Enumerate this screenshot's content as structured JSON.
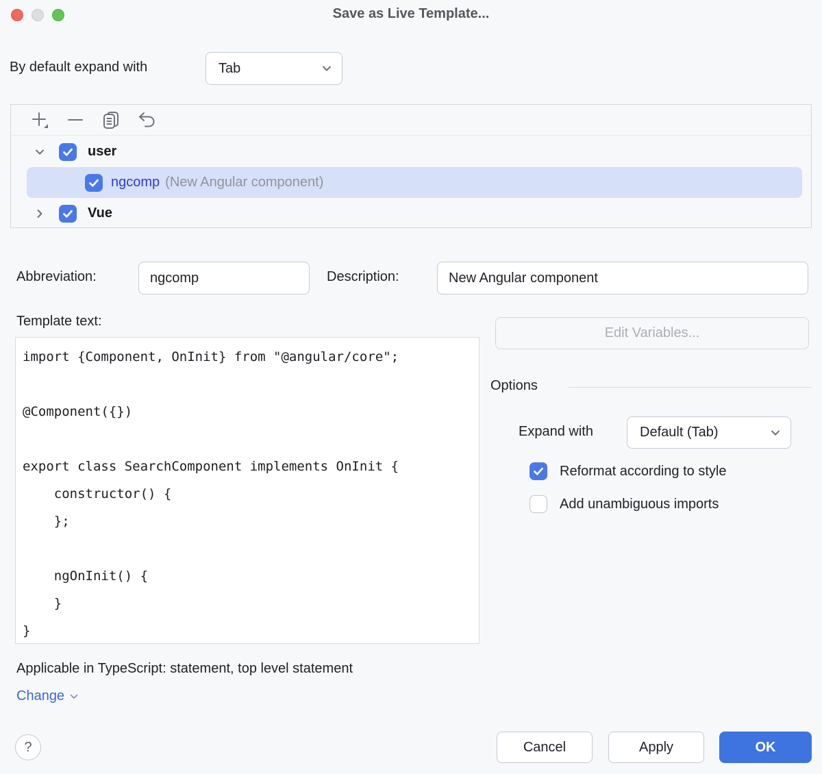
{
  "window": {
    "title": "Save as Live Template...",
    "traffic_lights": [
      "close",
      "minimize-disabled",
      "zoom"
    ]
  },
  "default_expand": {
    "label": "By default expand with",
    "value": "Tab"
  },
  "toolbar": {
    "icons": [
      "add-icon",
      "remove-icon",
      "duplicate-icon",
      "restore-icon"
    ]
  },
  "tree": {
    "items": [
      {
        "label": "user",
        "level": 0,
        "expanded": true,
        "checked": true
      },
      {
        "label": "ngcomp",
        "suffix": "(New Angular component)",
        "level": 1,
        "checked": true,
        "selected": true
      },
      {
        "label": "Vue",
        "level": 0,
        "expanded": false,
        "checked": true
      }
    ]
  },
  "form": {
    "abbreviation_label": "Abbreviation:",
    "abbreviation_value": "ngcomp",
    "description_label": "Description:",
    "description_value": "New Angular component",
    "template_text_label": "Template text:",
    "template_code": "import {Component, OnInit} from \"@angular/core\";\n\n@Component({})\n\nexport class SearchComponent implements OnInit {\n    constructor() {\n    };\n\n    ngOnInit() {\n    }\n}"
  },
  "edit_variables": {
    "label": "Edit Variables...",
    "enabled": false
  },
  "options": {
    "title": "Options",
    "expand_with_label": "Expand with",
    "expand_with_value": "Default (Tab)",
    "checkboxes": [
      {
        "label": "Reformat according to style",
        "checked": true
      },
      {
        "label": "Add unambiguous imports",
        "checked": false
      }
    ]
  },
  "context": {
    "applicable_text": "Applicable in TypeScript: statement, top level statement",
    "change_label": "Change"
  },
  "footer": {
    "help_label": "?",
    "cancel_label": "Cancel",
    "apply_label": "Apply",
    "ok_label": "OK"
  },
  "colors": {
    "accent": "#3D74E0",
    "checkbox_blue": "#4A78E8",
    "selection_bg": "#D7E0F9",
    "link_blue": "#3C68D9",
    "selected_item_text": "#2C3AE0",
    "dialog_bg": "#F7F8FA"
  }
}
